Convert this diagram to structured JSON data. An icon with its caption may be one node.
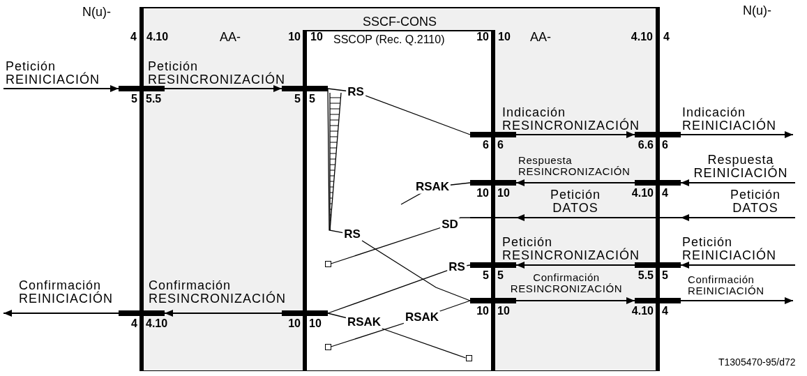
{
  "diagram": {
    "nodes": [
      {
        "text": [
          "SSCF-CONS"
        ]
      },
      {
        "text": [
          "SSCOP (Rec. Q.2110)"
        ],
        "in": 0
      },
      {
        "text": [],
        "shape": "bar",
        "beside": [
          "5",
          "5.5"
        ]
      },
      {
        "text": [],
        "shape": "bar",
        "beside": [
          "5",
          "5"
        ],
        "in": 0
      },
      {
        "text": [],
        "shape": "bar",
        "beside": [
          "6",
          "6"
        ],
        "in": 0
      },
      {
        "text": [],
        "shape": "bar",
        "beside": [
          "6.6",
          "6"
        ]
      },
      {
        "text": [],
        "shape": "bar",
        "beside": [
          "10",
          "10"
        ],
        "in": 0
      },
      {
        "text": [],
        "shape": "bar",
        "beside": [
          "4.10",
          "4"
        ]
      },
      {
        "text": [],
        "shape": "bar",
        "in": 0
      },
      {
        "text": [],
        "shape": "bar"
      },
      {
        "text": [],
        "shape": "bar",
        "beside": [
          "5",
          "5"
        ],
        "in": 0
      },
      {
        "text": [],
        "shape": "bar",
        "beside": [
          "5.5",
          "5"
        ]
      },
      {
        "text": [],
        "shape": "box",
        "in": 1
      },
      {
        "text": [],
        "shape": "bar",
        "beside": [
          "10",
          "10"
        ],
        "in": 0
      },
      {
        "text": [],
        "shape": "bar",
        "beside": [
          "4.10",
          "4"
        ]
      },
      {
        "text": [],
        "shape": "bar",
        "beside": [
          "4",
          "4.10"
        ]
      },
      {
        "text": [],
        "shape": "bar",
        "beside": [
          "10",
          "10"
        ],
        "in": 0
      },
      {
        "text": [],
        "shape": "box",
        "in": 1
      },
      {
        "text": [],
        "shape": "box",
        "in": 1
      }
    ],
    "edges": [
      {
        "from": null,
        "to": 2,
        "arrow": "to",
        "label": "Petición REINICIACIÓN"
      },
      {
        "from": 2,
        "to": 3,
        "arrow": "to",
        "label": "Petición RESINCRONIZACIÓN"
      },
      {
        "from": 3,
        "to": 4,
        "arrow": "none",
        "label": "RS"
      },
      {
        "from": 3,
        "to": 13,
        "arrow": "none",
        "label": "RS"
      },
      {
        "from": 4,
        "to": 5,
        "arrow": "to",
        "label": "Indicación RESINCRONIZACIÓN"
      },
      {
        "from": 5,
        "to": null,
        "arrow": "to",
        "label": "Indicación REINICIACIÓN"
      },
      {
        "from": null,
        "to": 7,
        "arrow": "to",
        "label": "Respuesta REINICIACIÓN"
      },
      {
        "from": 7,
        "to": 6,
        "arrow": "to",
        "label": "Respuesta RESINCRONIZACIÓN"
      },
      {
        "from": 6,
        "to": null,
        "arrow": "none",
        "label": "RSAK"
      },
      {
        "from": null,
        "to": 9,
        "arrow": "to",
        "label": "Petición DATOS"
      },
      {
        "from": 9,
        "to": 8,
        "arrow": "to",
        "label": "Petición DATOS"
      },
      {
        "from": 8,
        "to": 12,
        "arrow": "none",
        "label": "SD"
      },
      {
        "from": null,
        "to": 11,
        "arrow": "to",
        "label": "Petición REINICIACIÓN"
      },
      {
        "from": 11,
        "to": 10,
        "arrow": "to",
        "label": "Petición RESINCRONIZACIÓN"
      },
      {
        "from": 10,
        "to": 16,
        "arrow": "none",
        "label": "RS"
      },
      {
        "from": 17,
        "to": 13,
        "arrow": "none",
        "label": "RSAK"
      },
      {
        "from": 13,
        "to": 14,
        "arrow": "to",
        "label": "Confirmación RESINCRONIZACIÓN"
      },
      {
        "from": 14,
        "to": null,
        "arrow": "to",
        "label": "Confirmación REINICIACIÓN"
      },
      {
        "from": 16,
        "to": 15,
        "arrow": "to",
        "label": "Confirmación RESINCRONIZACIÓN"
      },
      {
        "from": 15,
        "to": null,
        "arrow": "to",
        "label": "Confirmación REINICIACIÓN"
      },
      {
        "from": 16,
        "to": 18,
        "arrow": "none",
        "label": "RSAK"
      }
    ],
    "labels": [
      "N(u)-",
      "N(u)-",
      "4",
      "4.10",
      "AA-",
      "10",
      "10",
      "10",
      "10",
      "AA-",
      "4.10",
      "4",
      "T1305470-95/d72"
    ]
  }
}
